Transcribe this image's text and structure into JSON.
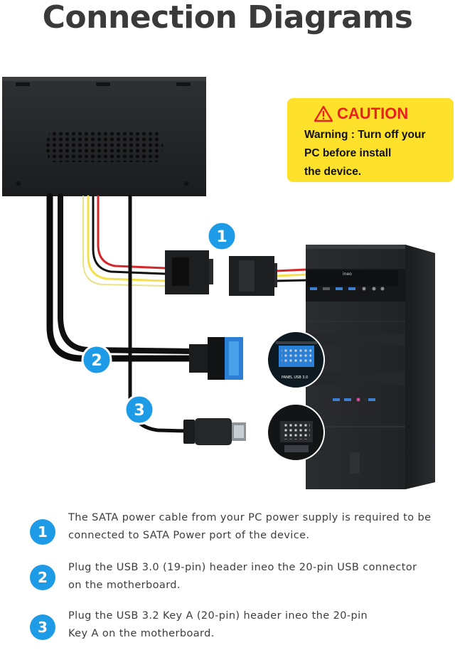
{
  "header": {
    "title": "Connection Diagrams"
  },
  "caution": {
    "icon": "warning-triangle-icon",
    "title": "CAUTION",
    "lines": [
      "Warning : Turn off your",
      "PC before install",
      "the device."
    ]
  },
  "tower": {
    "bay_brand": "ineo",
    "header_label": "PANEL USB 3.0"
  },
  "badges": [
    "1",
    "2",
    "3"
  ],
  "steps": [
    {
      "num": "1",
      "lines": [
        "The SATA power cable from your PC power supply is required to be",
        "connected to SATA Power port of the device."
      ]
    },
    {
      "num": "2",
      "lines": [
        "Plug the USB 3.0 (19-pin) header ineo the 20-pin USB connector",
        "on the motherboard."
      ]
    },
    {
      "num": "3",
      "lines": [
        "Plug the USB 3.2 Key A (20-pin) header ineo the 20-pin",
        "Key A on the motherboard."
      ]
    }
  ],
  "colors": {
    "accent_blue": "#1e9be6",
    "caution_yellow": "#fde12b",
    "caution_red": "#e8211c",
    "title_gray": "#3a3a3a"
  }
}
